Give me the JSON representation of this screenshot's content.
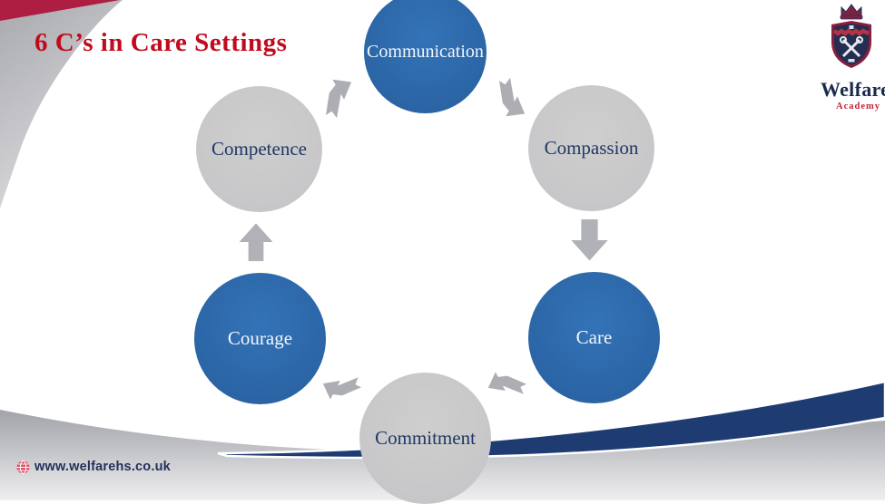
{
  "title": {
    "text": "6 C’s in Care Settings"
  },
  "logo": {
    "name": "Welfare",
    "subtitle": "Academy",
    "crest_icon": "welfare-academy-crest"
  },
  "footer": {
    "url": "www.welfarehs.co.uk"
  },
  "diagram": {
    "type": "cycle",
    "direction": "clockwise",
    "nodes": [
      {
        "label": "Communication",
        "color": "blue",
        "position": "top"
      },
      {
        "label": "Compassion",
        "color": "gray",
        "position": "upper-right"
      },
      {
        "label": "Care",
        "color": "blue",
        "position": "lower-right"
      },
      {
        "label": "Commitment",
        "color": "gray",
        "position": "bottom"
      },
      {
        "label": "Courage",
        "color": "blue",
        "position": "lower-left"
      },
      {
        "label": "Competence",
        "color": "gray",
        "position": "upper-left"
      }
    ],
    "flow": "Communication → Compassion → Care → Commitment → Courage → Competence → Communication"
  },
  "colors": {
    "node_blue": "#2d6aac",
    "node_gray": "#c9c9cb",
    "node_text_on_blue": "#f2f6fb",
    "node_text_on_gray": "#1f3864",
    "arrow_gray": "#adaeb4",
    "title_red": "#c00b1e",
    "corner_red": "#ad1e42",
    "swoosh_navy": "#1e3c72",
    "footer_text": "#243158"
  }
}
